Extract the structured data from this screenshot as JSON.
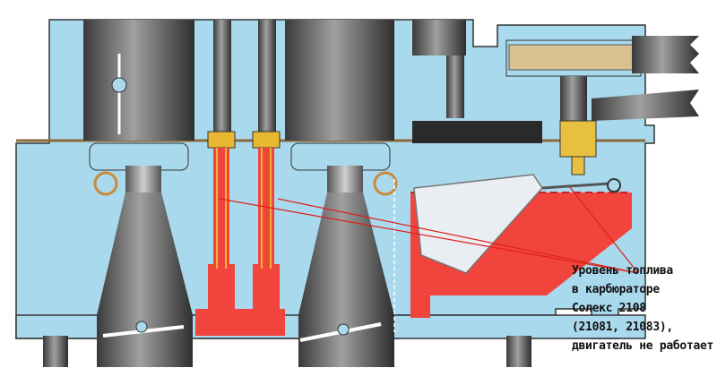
{
  "caption": {
    "lines": [
      "Уровень топлива",
      "в карбюраторе",
      "Солекс 2108",
      "(21081, 21083),",
      "двигатель не работает"
    ]
  },
  "colors": {
    "body": "#a9d9ec",
    "fuel": "#f0443c",
    "metal_dark": "#4a4a4a",
    "metal_light": "#9a9a9a",
    "leader_line": "#e0201a",
    "gasket": "#8a6a3a"
  }
}
